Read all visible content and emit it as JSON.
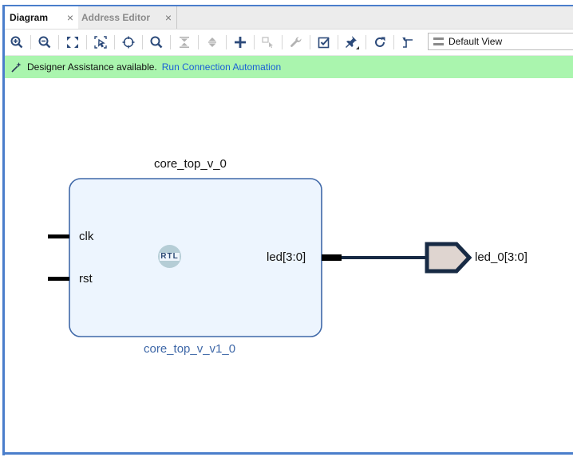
{
  "tabs": [
    {
      "label": "Diagram",
      "active": true,
      "close_icon": "×"
    },
    {
      "label": "Address Editor",
      "active": false,
      "close_icon": "×"
    }
  ],
  "toolbar": {
    "buttons": [
      {
        "name": "zoom-in",
        "icon": "zoom-in-icon",
        "enabled": true
      },
      {
        "name": "zoom-out",
        "icon": "zoom-out-icon",
        "enabled": true
      },
      {
        "name": "zoom-fit",
        "icon": "fit-icon",
        "enabled": true
      },
      {
        "name": "zoom-area",
        "icon": "zoom-area-icon",
        "enabled": true
      },
      {
        "name": "auto-fit-selection",
        "icon": "crosshair-icon",
        "enabled": true
      },
      {
        "name": "search",
        "icon": "search-icon",
        "enabled": true
      },
      {
        "name": "collapse-all",
        "icon": "collapse-icon",
        "enabled": false
      },
      {
        "name": "expand-all",
        "icon": "expand-icon",
        "enabled": false
      },
      {
        "name": "add-ip",
        "icon": "plus-icon",
        "enabled": true
      },
      {
        "name": "make-connection",
        "icon": "connection-icon",
        "enabled": false
      },
      {
        "name": "customize",
        "icon": "wrench-icon",
        "enabled": false
      },
      {
        "name": "validate-design",
        "icon": "checkbox-icon",
        "enabled": true
      },
      {
        "name": "pin-options",
        "icon": "pin-icon",
        "enabled": true
      },
      {
        "name": "regenerate-layout",
        "icon": "refresh-icon",
        "enabled": true
      },
      {
        "name": "optimize-routing",
        "icon": "routing-icon",
        "enabled": true
      }
    ],
    "view_select": {
      "value": "Default View",
      "arrow": "▾"
    }
  },
  "assist_bar": {
    "message": "Designer Assistance available.",
    "link": "Run Connection Automation",
    "bg_color": "#aaf5ae",
    "link_color": "#1a5fd6"
  },
  "diagram": {
    "ip_block": {
      "title": "core_top_v_0",
      "name": "core_top_v_v1_0",
      "badge": "RTL",
      "fill_color": "#edf5fe",
      "border_color": "#3f68a8",
      "inputs": [
        "clk",
        "rst"
      ],
      "outputs": [
        "led[3:0]"
      ]
    },
    "external_port": {
      "label": "led_0[3:0]",
      "fill_color": "#dfd5d0",
      "border_color": "#172a44"
    }
  }
}
